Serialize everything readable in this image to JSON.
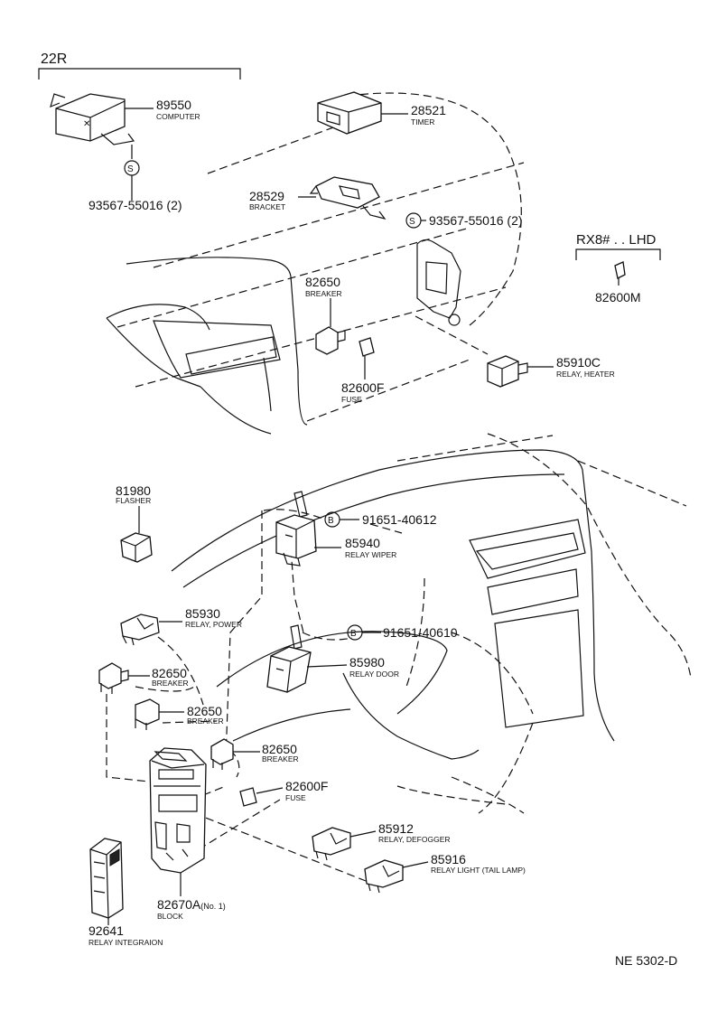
{
  "header": {
    "variant": "22R",
    "region": "RX8# . . LHD",
    "diagram_code": "NE 5302-D"
  },
  "parts": {
    "computer": {
      "number": "89550",
      "name": "COMPUTER"
    },
    "screw_top_left": {
      "number": "93567-55016 (2)"
    },
    "timer": {
      "number": "28521",
      "name": "TIMER"
    },
    "bracket": {
      "number": "28529",
      "name": "BRACKET"
    },
    "screw_top_right": {
      "number": "93567-55016 (2)"
    },
    "fuse_right": {
      "number": "82600M"
    },
    "breaker_top": {
      "number": "82650",
      "name": "BREAKER"
    },
    "fuse_top": {
      "number": "82600F",
      "name": "FUSE"
    },
    "relay_heater": {
      "number": "85910C",
      "name": "RELAY, HEATER"
    },
    "flasher": {
      "number": "81980",
      "name": "FLASHER"
    },
    "bolt_upper": {
      "number": "91651-40612"
    },
    "relay_wiper": {
      "number": "85940",
      "name": "RELAY WIPER"
    },
    "relay_power": {
      "number": "85930",
      "name": "RELAY, POWER"
    },
    "bolt_lower": {
      "number": "91651-40610"
    },
    "relay_door": {
      "number": "85980",
      "name": "RELAY DOOR"
    },
    "breaker_a": {
      "number": "82650",
      "name": "BREAKER"
    },
    "breaker_b": {
      "number": "82650",
      "name": "BREAKER"
    },
    "breaker_c": {
      "number": "82650",
      "name": "BREAKER"
    },
    "fuse_lower": {
      "number": "82600F",
      "name": "FUSE"
    },
    "relay_defogger": {
      "number": "85912",
      "name": "RELAY, DEFOGGER"
    },
    "relay_tail": {
      "number": "85916",
      "name": "RELAY LIGHT (TAIL LAMP)"
    },
    "junction_block": {
      "number": "82670A",
      "qualifier": "(No. 1)",
      "name": "BLOCK"
    },
    "relay_integration": {
      "number": "92641",
      "name": "RELAY INTEGRAION"
    }
  },
  "symbols": {
    "screw_marker": "S",
    "bolt_marker": "B"
  },
  "icons": [
    "screw-marker-icon",
    "bolt-marker-icon"
  ]
}
